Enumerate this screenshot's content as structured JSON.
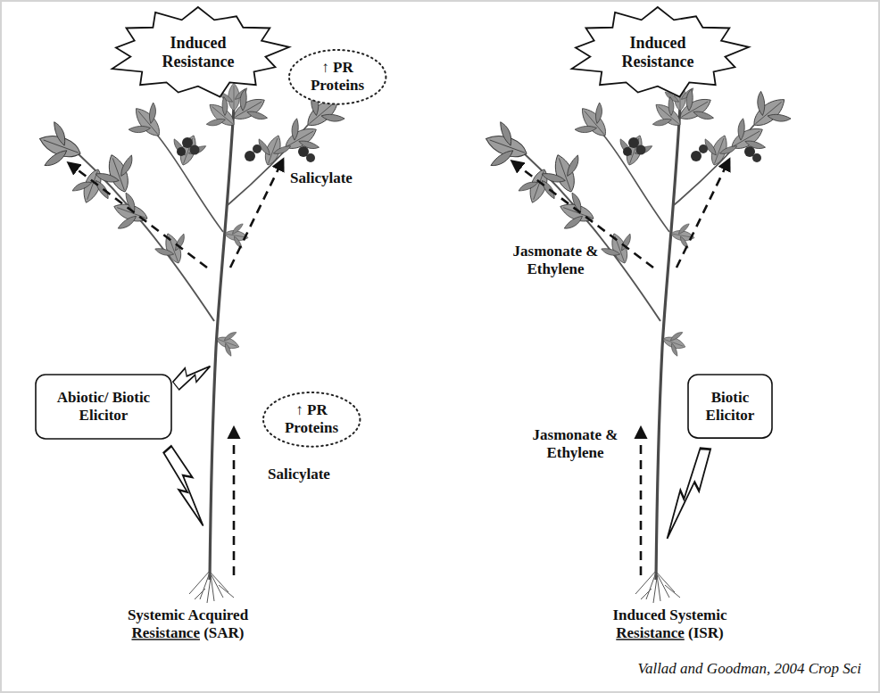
{
  "diagram": {
    "nodes": [
      {
        "text": [
          "Induced Resistance"
        ]
      },
      {
        "text": [
          "↑ PR Proteins"
        ]
      },
      {
        "text": [
          "Abiotic/ Biotic Elicitor"
        ]
      },
      {
        "text": [
          "↑ PR Proteins"
        ]
      },
      {
        "text": [
          "Induced Resistance"
        ]
      },
      {
        "text": [
          "Biotic Elicitor"
        ]
      }
    ],
    "labels": [
      "Salicylate",
      "Salicylate",
      "Systemic Acquired Resistance (SAR)",
      "Jasmonate & Ethylene",
      "Jasmonate & Ethylene",
      "Induced Systemic Resistance (ISR)",
      "Vallad and Goodman, 2004 Crop Sci"
    ]
  }
}
